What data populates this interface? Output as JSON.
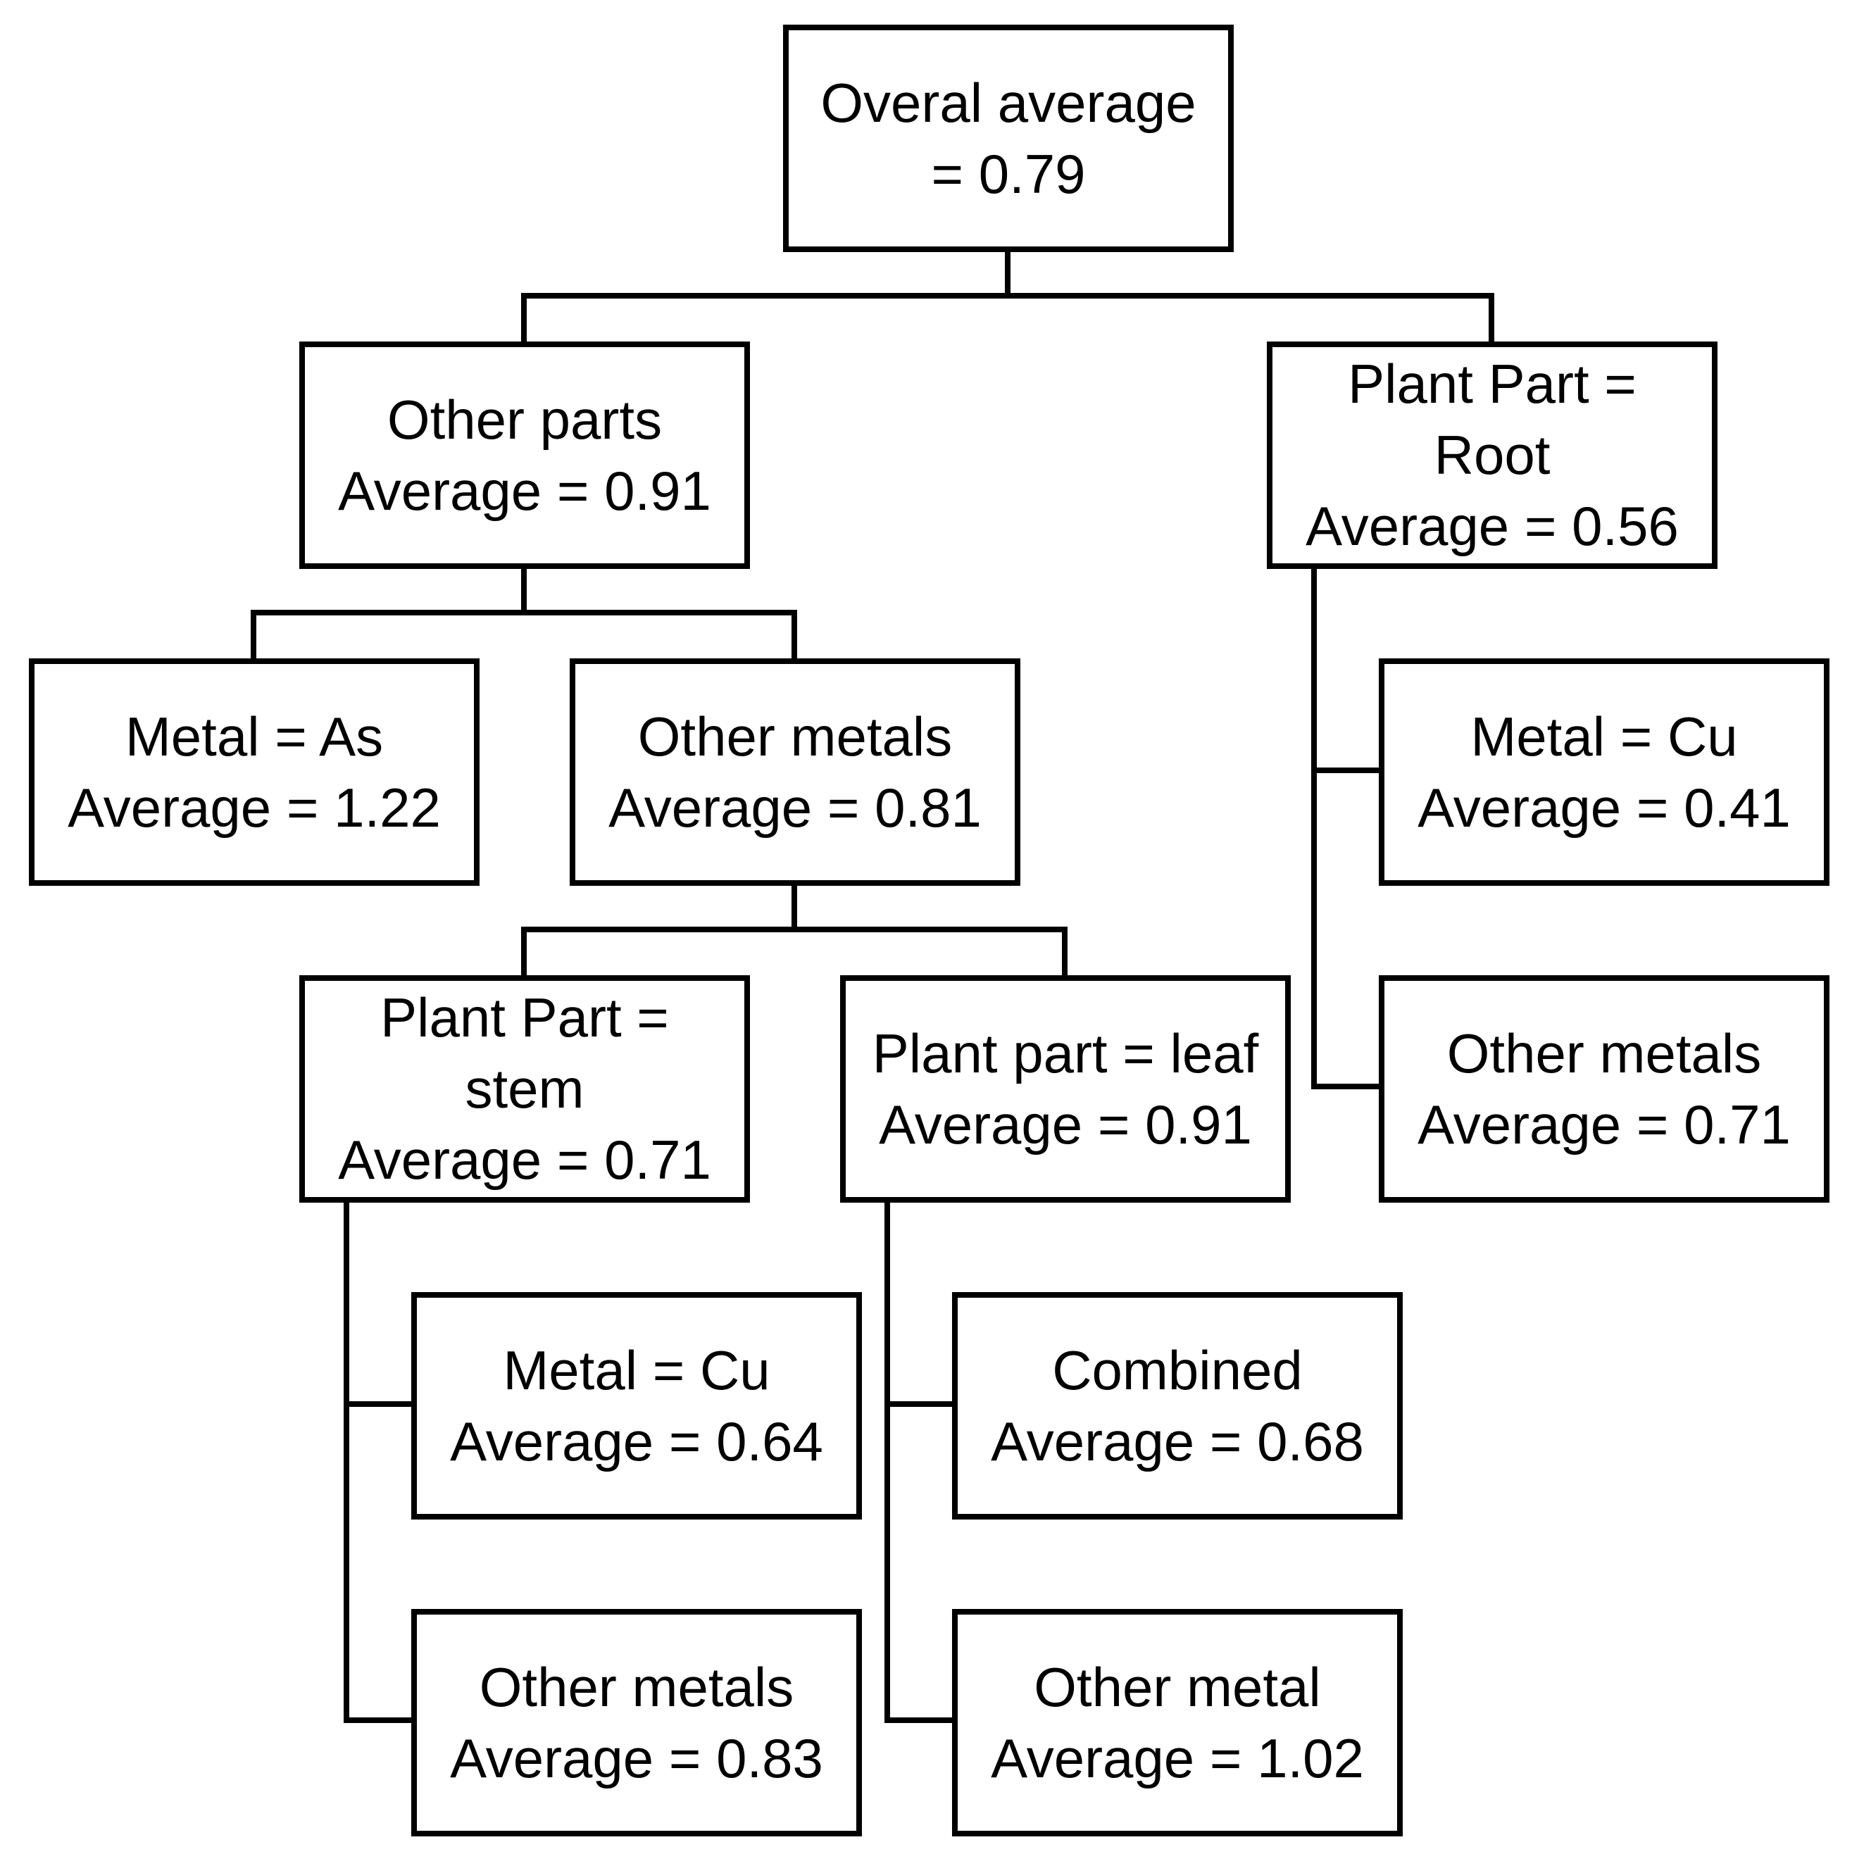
{
  "tree": {
    "root": {
      "lines": [
        "Overal average",
        "= 0.79"
      ],
      "children": {
        "other_parts": {
          "lines": [
            "Other parts",
            "Average = 0.91"
          ],
          "children": {
            "metal_as": {
              "lines": [
                "Metal = As",
                "Average = 1.22"
              ]
            },
            "other_metals": {
              "lines": [
                "Other metals",
                "Average = 0.81"
              ],
              "children": {
                "stem": {
                  "lines": [
                    "Plant Part =",
                    "stem",
                    "Average = 0.71"
                  ],
                  "children": {
                    "metal_cu": {
                      "lines": [
                        "Metal = Cu",
                        "Average = 0.64"
                      ]
                    },
                    "other_metals": {
                      "lines": [
                        "Other metals",
                        "Average = 0.83"
                      ]
                    }
                  }
                },
                "leaf": {
                  "lines": [
                    "Plant part = leaf",
                    "Average = 0.91"
                  ],
                  "children": {
                    "combined": {
                      "lines": [
                        "Combined",
                        "Average = 0.68"
                      ]
                    },
                    "other_metal": {
                      "lines": [
                        "Other metal",
                        "Average = 1.02"
                      ]
                    }
                  }
                }
              }
            }
          }
        },
        "root_part": {
          "lines": [
            "Plant Part =",
            "Root",
            "Average = 0.56"
          ],
          "children": {
            "metal_cu": {
              "lines": [
                "Metal = Cu",
                "Average = 0.41"
              ]
            },
            "other_metals": {
              "lines": [
                "Other metals",
                "Average = 0.71"
              ]
            }
          }
        }
      }
    }
  }
}
